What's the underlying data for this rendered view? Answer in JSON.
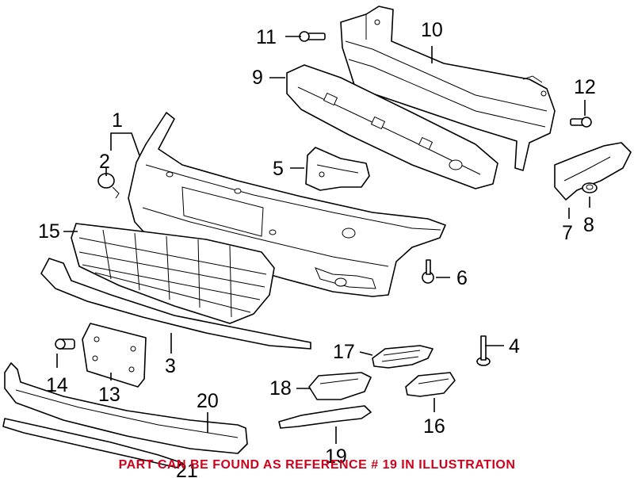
{
  "callouts": {
    "c1": "1",
    "c2": "2",
    "c3": "3",
    "c4": "4",
    "c5": "5",
    "c6": "6",
    "c7": "7",
    "c8": "8",
    "c9": "9",
    "c10": "10",
    "c11": "11",
    "c12": "12",
    "c13": "13",
    "c14": "14",
    "c15": "15",
    "c16": "16",
    "c17": "17",
    "c18": "18",
    "c19": "19",
    "c20": "20",
    "c21": "21"
  },
  "note": {
    "text": "PART CAN BE FOUND AS REFERENCE # 19 IN ILLUSTRATION",
    "color": "#d0021b"
  }
}
